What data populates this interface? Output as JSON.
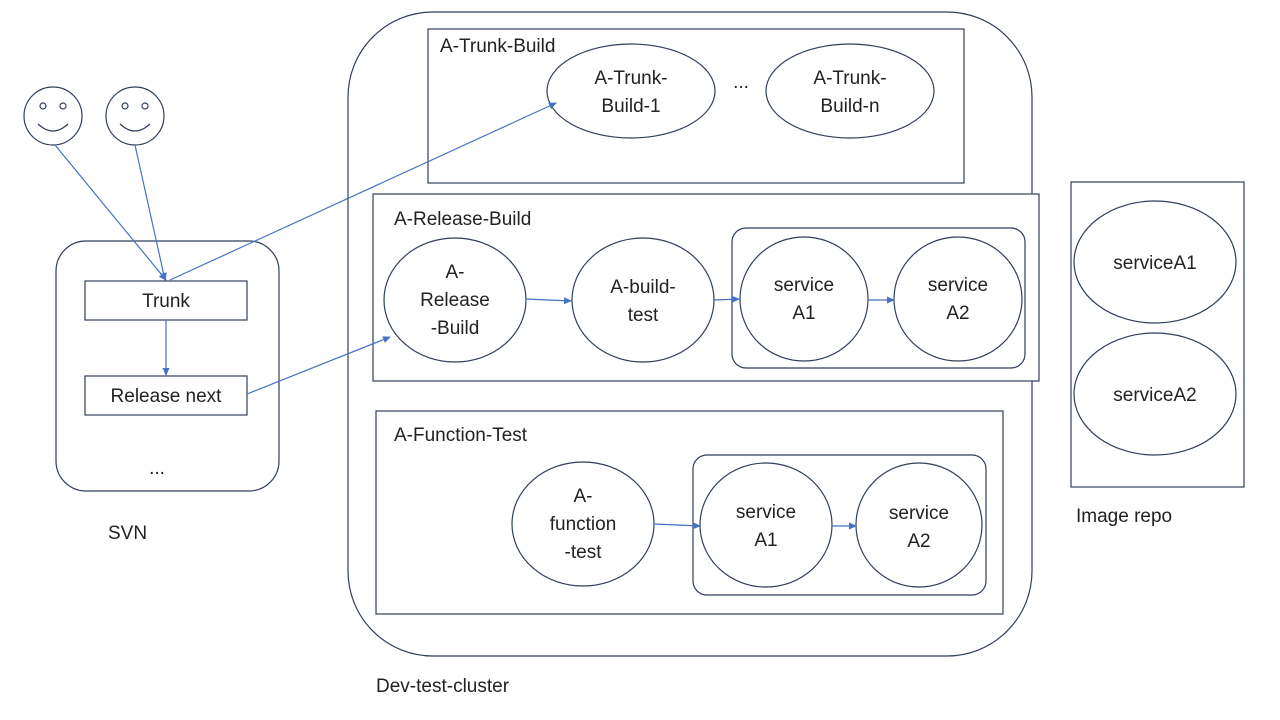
{
  "colors": {
    "stroke": "#2f3f5a",
    "arrow": "#4472c4",
    "text": "#222222",
    "background": "#ffffff"
  },
  "svn": {
    "title": "SVN",
    "trunk": "Trunk",
    "release_next": "Release next",
    "ellipsis": "..."
  },
  "cluster": {
    "title": "Dev-test-cluster",
    "trunk_build": {
      "title": "A-Trunk-Build",
      "node1": [
        "A-Trunk-",
        "Build-1"
      ],
      "ellipsis": "...",
      "noden": [
        "A-Trunk-",
        "Build-n"
      ]
    },
    "release_build": {
      "title": "A-Release-Build",
      "node_build": [
        "A-",
        "Release",
        "-Build"
      ],
      "node_test": [
        "A-build-",
        "test"
      ],
      "service1": [
        "service",
        "A1"
      ],
      "service2": [
        "service",
        "A2"
      ]
    },
    "function_test": {
      "title": "A-Function-Test",
      "node_test": [
        "A-",
        "function",
        "-test"
      ],
      "service1": [
        "service",
        "A1"
      ],
      "service2": [
        "service",
        "A2"
      ]
    }
  },
  "image_repo": {
    "title": "Image repo",
    "items": [
      "serviceA1",
      "serviceA2"
    ]
  }
}
